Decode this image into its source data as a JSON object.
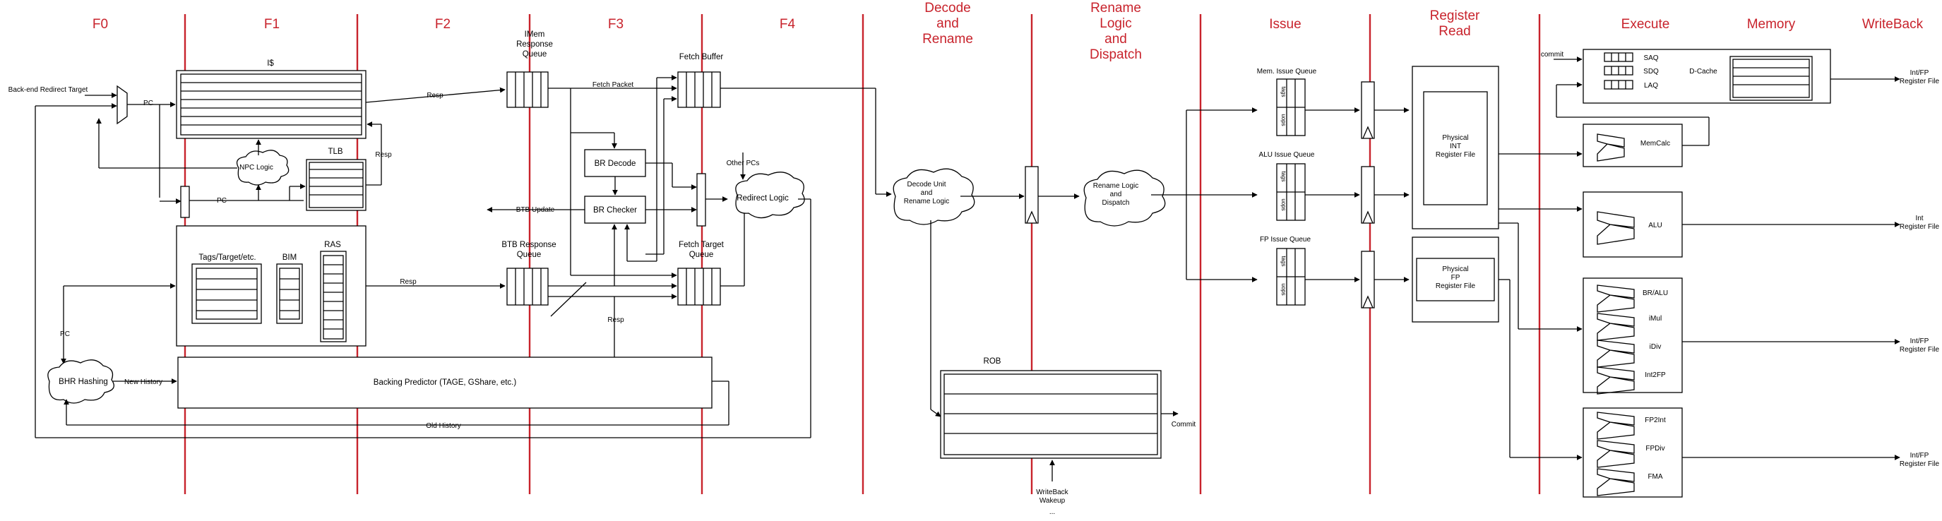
{
  "colors": {
    "stage_divider": "#c8232c",
    "stage_label": "#c8232c",
    "stroke": "#000000",
    "fill": "#ffffff"
  },
  "stages": [
    "F0",
    "F1",
    "F2",
    "F3",
    "F4",
    "Decode\nand\nRename",
    "Rename\nLogic\nand\nDispatch",
    "Issue",
    "Register\nRead",
    "Execute",
    "Memory",
    "WriteBack"
  ],
  "frontend": {
    "icache": "I$",
    "tlb": "TLB",
    "npc_logic": "NPC Logic",
    "backend_redirect": "Back-end Redirect Target",
    "pc": "PC",
    "resp": "Resp",
    "btb": "BTB",
    "btb_tags": "Tags/Target/etc.",
    "bim": "BIM",
    "ras": "RAS",
    "bhr_hashing": "BHR Hashing",
    "new_history": "New History",
    "old_history": "Old History",
    "backing_predictor": "Backing Predictor (TAGE, GShare, etc.)",
    "imem_queue": "IMem\nResponse\nQueue",
    "btb_queue": "BTB Response\nQueue",
    "fetch_packet": "Fetch Packet",
    "br_decode": "BR Decode",
    "br_checker": "BR Checker",
    "btb_update": "BTB Update",
    "fetch_buffer": "Fetch Buffer",
    "fetch_target_queue": "Fetch Target\nQueue",
    "other_pcs": "Other PCs",
    "redirect_logic": "Redirect Logic"
  },
  "backend": {
    "decode_unit": "Decode Unit\nand\nRename Logic",
    "rename_dispatch": "Rename Logic\nand\nDispatch",
    "rob": "ROB",
    "commit": "Commit",
    "writeback_wakeup": "WriteBack\nWakeup",
    "ellipsis": "...",
    "mem_issue_queue": "Mem. Issue Queue",
    "alu_issue_queue": "ALU Issue Queue",
    "fp_issue_queue": "FP Issue Queue",
    "iq_tags": "tags",
    "iq_uops": "uops",
    "int_regfile": "Physical\nINT\nRegister File",
    "fp_regfile": "Physical\nFP\nRegister File",
    "commit_label": "commit",
    "saq": "SAQ",
    "sdq": "SDQ",
    "laq": "LAQ",
    "dcache": "D-Cache",
    "memcalc": "MemCalc",
    "alu": "ALU",
    "br_alu": "BR/ALU",
    "imul": "iMul",
    "idiv": "iDiv",
    "int2fp": "Int2FP",
    "fp2int": "FP2Int",
    "fpdiv": "FPDiv",
    "fma": "FMA",
    "wb_intfp": "Int/FP\nRegister File",
    "wb_int": "Int\nRegister File"
  }
}
